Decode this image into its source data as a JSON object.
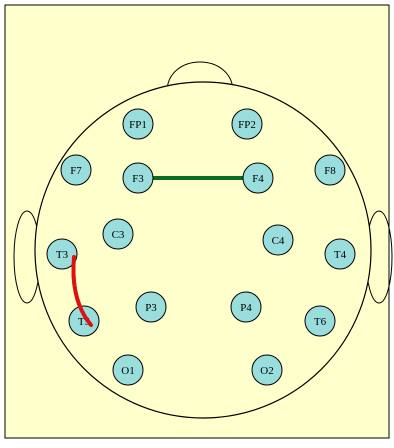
{
  "diagram": {
    "background_color": "#FFFFCC",
    "head_fill": "#FFFFCC",
    "electrode_fill": "#99DDDD",
    "electrodes": [
      {
        "id": "fp1",
        "label": "FP1"
      },
      {
        "id": "fp2",
        "label": "FP2"
      },
      {
        "id": "f7",
        "label": "F7"
      },
      {
        "id": "f3",
        "label": "F3"
      },
      {
        "id": "f4",
        "label": "F4"
      },
      {
        "id": "f8",
        "label": "F8"
      },
      {
        "id": "c3",
        "label": "C3"
      },
      {
        "id": "c4",
        "label": "C4"
      },
      {
        "id": "t3",
        "label": "T3"
      },
      {
        "id": "t4",
        "label": "T4"
      },
      {
        "id": "t5",
        "label": "T5"
      },
      {
        "id": "p3",
        "label": "P3"
      },
      {
        "id": "p4",
        "label": "P4"
      },
      {
        "id": "t6",
        "label": "T6"
      },
      {
        "id": "o1",
        "label": "O1"
      },
      {
        "id": "o2",
        "label": "O2"
      }
    ],
    "connections": [
      {
        "from": "f3",
        "to": "f4",
        "color": "#0B6B1E"
      },
      {
        "from": "t3",
        "to": "t5",
        "color": "#DD1111"
      }
    ]
  }
}
